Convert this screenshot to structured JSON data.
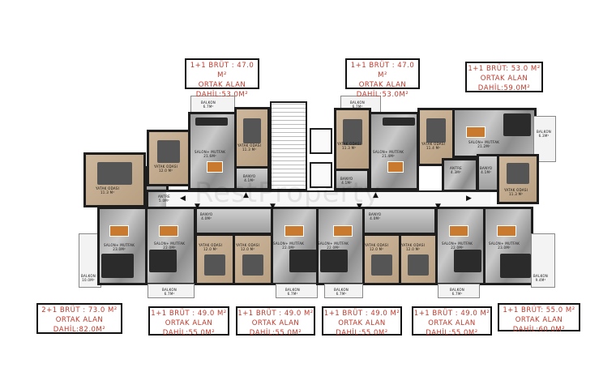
{
  "info_boxes": [
    {
      "line1": "1+1 BRÜT : 47.0 M²",
      "line2": "ORTAK ALAN",
      "line3": "DAHİL:53.0M²"
    },
    {
      "line1": "1+1 BRÜT : 47.0 M²",
      "line2": "ORTAK ALAN",
      "line3": "DAHİL:53.0M²"
    },
    {
      "line1": "1+1 BRÜT: 53.0 M²",
      "line2": "ORTAK ALAN",
      "line3": "DAHİL:59.0M²"
    },
    {
      "line1": "2+1 BRÜT : 73.0 M²",
      "line2": "ORTAK ALAN",
      "line3": "DAHİL:82.0M²"
    },
    {
      "line1": "1+1 BRÜT : 49.0 M²",
      "line2": "ORTAK ALAN",
      "line3": "DAHİL:55.0M²"
    },
    {
      "line1": "1+1 BRÜT : 49.0 M²",
      "line2": "ORTAK ALAN",
      "line3": "DAHİL:55.0M²"
    },
    {
      "line1": "1+1 BRÜT : 49.0 M²",
      "line2": "ORTAK ALAN",
      "line3": "DAHİL:55.0M²"
    },
    {
      "line1": "1+1 BRÜT : 49.0 M²",
      "line2": "ORTAK ALAN",
      "line3": "DAHİL:55.0M²"
    },
    {
      "line1": "1+1 BRÜT: 55.0 M²",
      "line2": "ORTAK ALAN",
      "line3": "DAHİL:60.0M²"
    }
  ],
  "rooms": [
    {
      "name": "BALKON",
      "area": "6.7M²"
    },
    {
      "name": "YATAK ODASI",
      "area": "11.3 M²"
    },
    {
      "name": "YATAK ODASI",
      "area": "12.0 M²"
    },
    {
      "name": "SALON+ MUTFAK",
      "area": "21.6M²"
    },
    {
      "name": "YATAK ODASI",
      "area": "11.3 M²"
    },
    {
      "name": "ANTRE",
      "area": "5.0M²"
    },
    {
      "name": "BANYO",
      "area": "4.1M²"
    },
    {
      "name": "BALKON",
      "area": "6.7M²"
    },
    {
      "name": "YATAK ODASI",
      "area": "11.3 M²"
    },
    {
      "name": "SALON+ MUTFAK",
      "area": "21.4M²"
    },
    {
      "name": "BANYO",
      "area": "4.1M²"
    },
    {
      "name": "YATAK ODASI",
      "area": "11.4 M²"
    },
    {
      "name": "SALON+ MUTFAK",
      "area": "21.2M²"
    },
    {
      "name": "ANTRE",
      "area": "4.3M²"
    },
    {
      "name": "BANYO",
      "area": "4.1M²"
    },
    {
      "name": "BALKON",
      "area": "6.3M²"
    },
    {
      "name": "YATAK ODASI",
      "area": "11.3 M²"
    },
    {
      "name": "SALON+ MUTFAK",
      "area": "23.0M²"
    },
    {
      "name": "BALKON",
      "area": "10.0M²"
    },
    {
      "name": "SALON+ MUTFAK",
      "area": "22.0M²"
    },
    {
      "name": "BANYO",
      "area": "4.0M²"
    },
    {
      "name": "YATAK ODASI",
      "area": "12.0 M²"
    },
    {
      "name": "YATAK ODASI",
      "area": "12.0 M²"
    },
    {
      "name": "SALON+ MUTFAK",
      "area": "22.0M²"
    },
    {
      "name": "BALKON",
      "area": "6.7M²"
    },
    {
      "name": "BALKON",
      "area": "6.7M²"
    },
    {
      "name": "SALON+ MUTFAK",
      "area": "22.0M²"
    },
    {
      "name": "BANYO",
      "area": "4.0M²"
    },
    {
      "name": "YATAK ODASI",
      "area": "12.0 M²"
    },
    {
      "name": "YATAK ODASI",
      "area": "12.0 M²"
    },
    {
      "name": "SALON+ MUTFAK",
      "area": "22.0M²"
    },
    {
      "name": "SALON+ MUTFAK",
      "area": "23.0M²"
    },
    {
      "name": "BALKON",
      "area": "9.4M²"
    },
    {
      "name": "BALKON",
      "area": "6.7M²"
    },
    {
      "name": "BALKON",
      "area": "6.7M²"
    }
  ],
  "watermark": "RestProperty",
  "colors": {
    "label_text": "#c0392b",
    "wall": "#1e1e1e",
    "wood": "#c4ab8e",
    "marble": "#a8a8a8"
  }
}
